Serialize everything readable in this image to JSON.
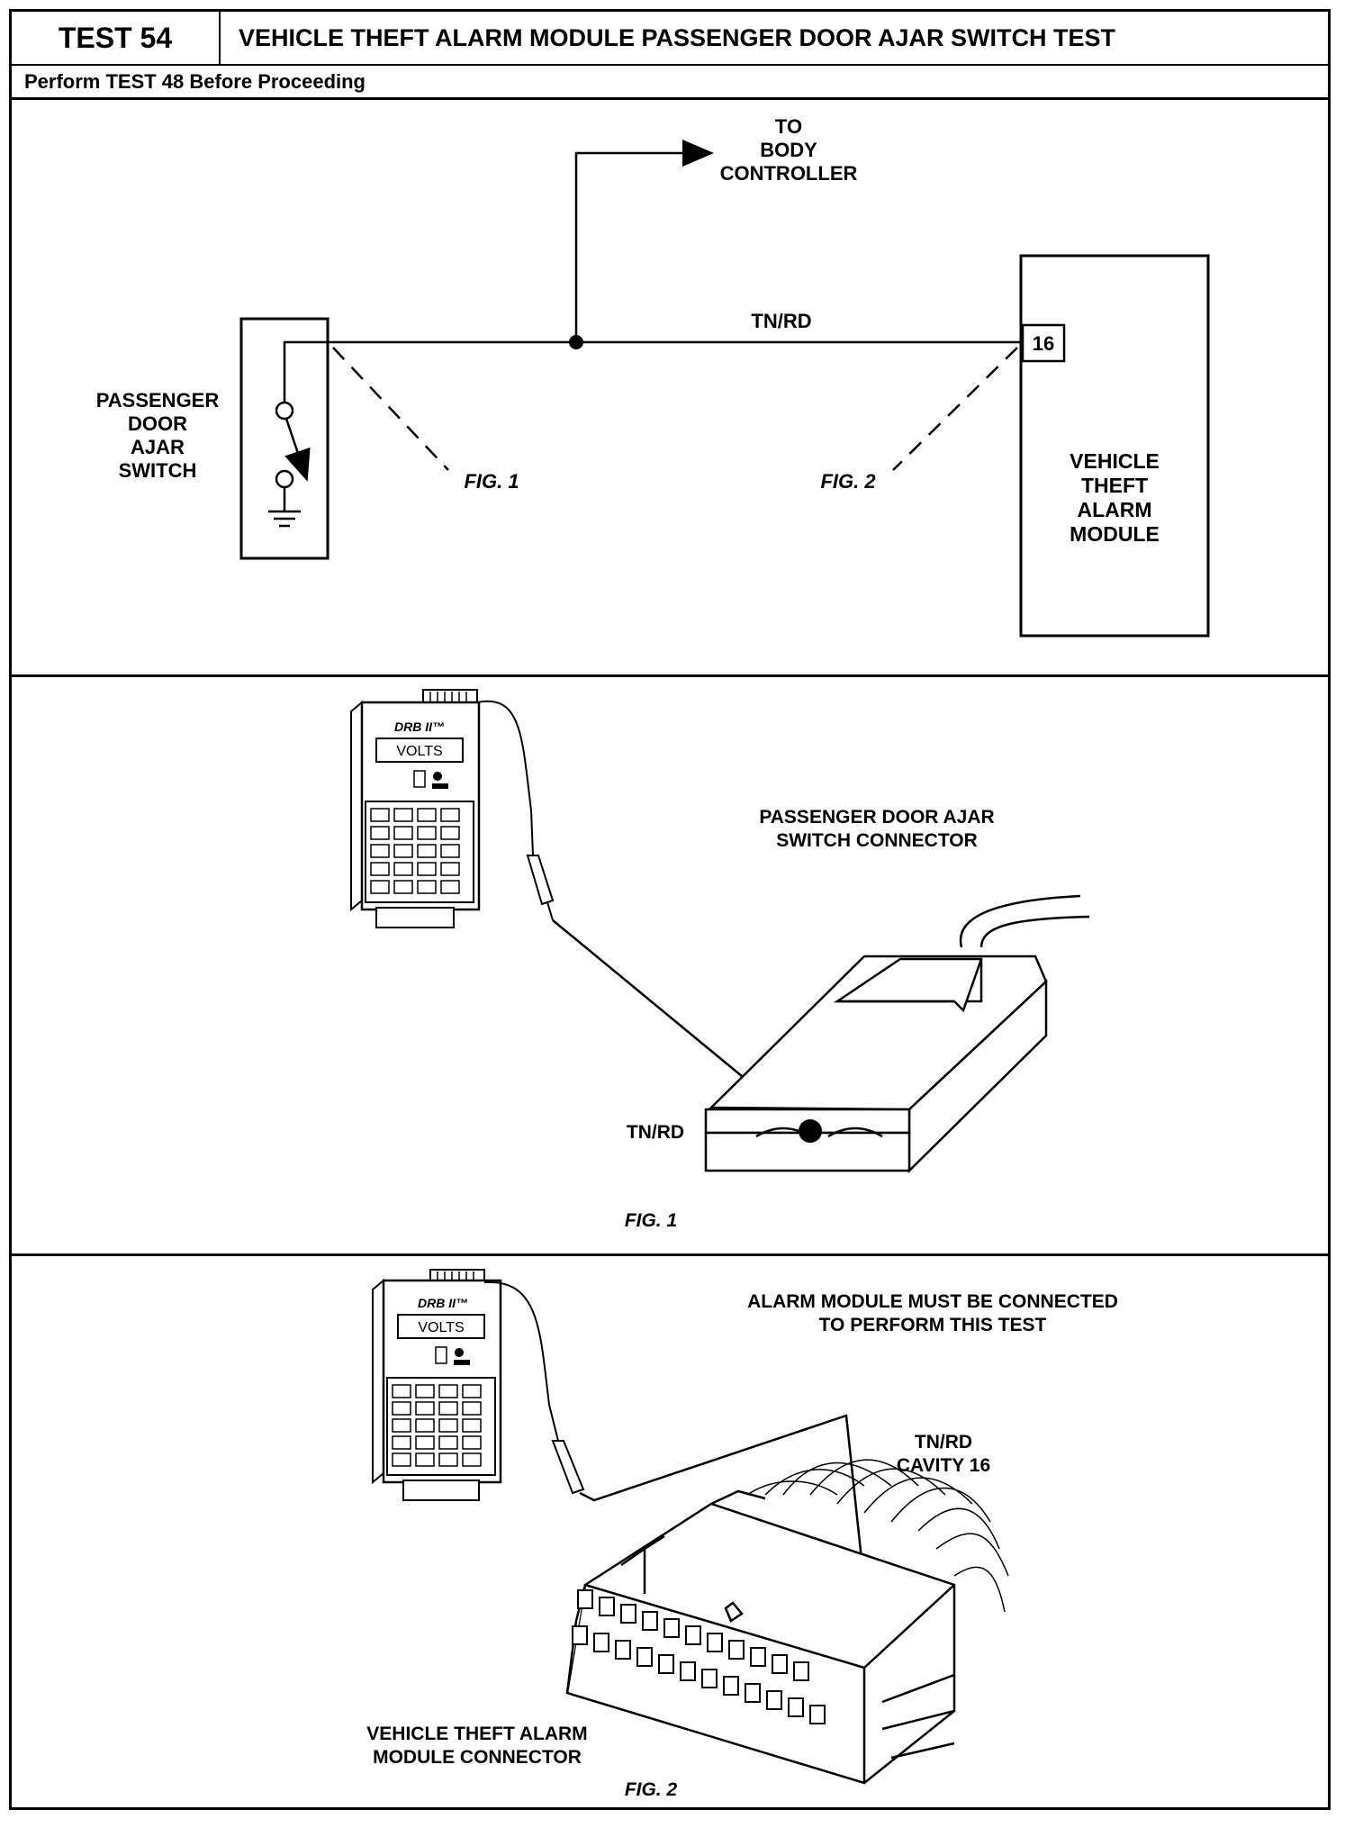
{
  "header": {
    "test_number": "TEST 54",
    "title": "VEHICLE THEFT ALARM MODULE PASSENGER DOOR AJAR SWITCH TEST",
    "precondition": "Perform TEST 48 Before Proceeding"
  },
  "schematic": {
    "to_label": [
      "TO",
      "BODY",
      "CONTROLLER"
    ],
    "switch_label": [
      "PASSENGER",
      "DOOR",
      "AJAR",
      "SWITCH"
    ],
    "wire_label": "TN/RD",
    "pin_number": "16",
    "module_label": [
      "VEHICLE",
      "THEFT",
      "ALARM",
      "MODULE"
    ],
    "fig1_ref": "FIG. 1",
    "fig2_ref": "FIG. 2"
  },
  "fig1": {
    "tester_brand": "DRB II™",
    "tester_display": "VOLTS",
    "connector_label": [
      "PASSENGER DOOR AJAR",
      "SWITCH CONNECTOR"
    ],
    "wire_label": "TN/RD",
    "caption": "FIG. 1"
  },
  "fig2": {
    "tester_brand": "DRB II™",
    "tester_display": "VOLTS",
    "note": [
      "ALARM MODULE MUST BE CONNECTED",
      "TO PERFORM THIS TEST"
    ],
    "wire_label": [
      "TN/RD",
      "CAVITY 16"
    ],
    "connector_label": [
      "VEHICLE THEFT ALARM",
      "MODULE CONNECTOR"
    ],
    "caption": "FIG. 2"
  }
}
